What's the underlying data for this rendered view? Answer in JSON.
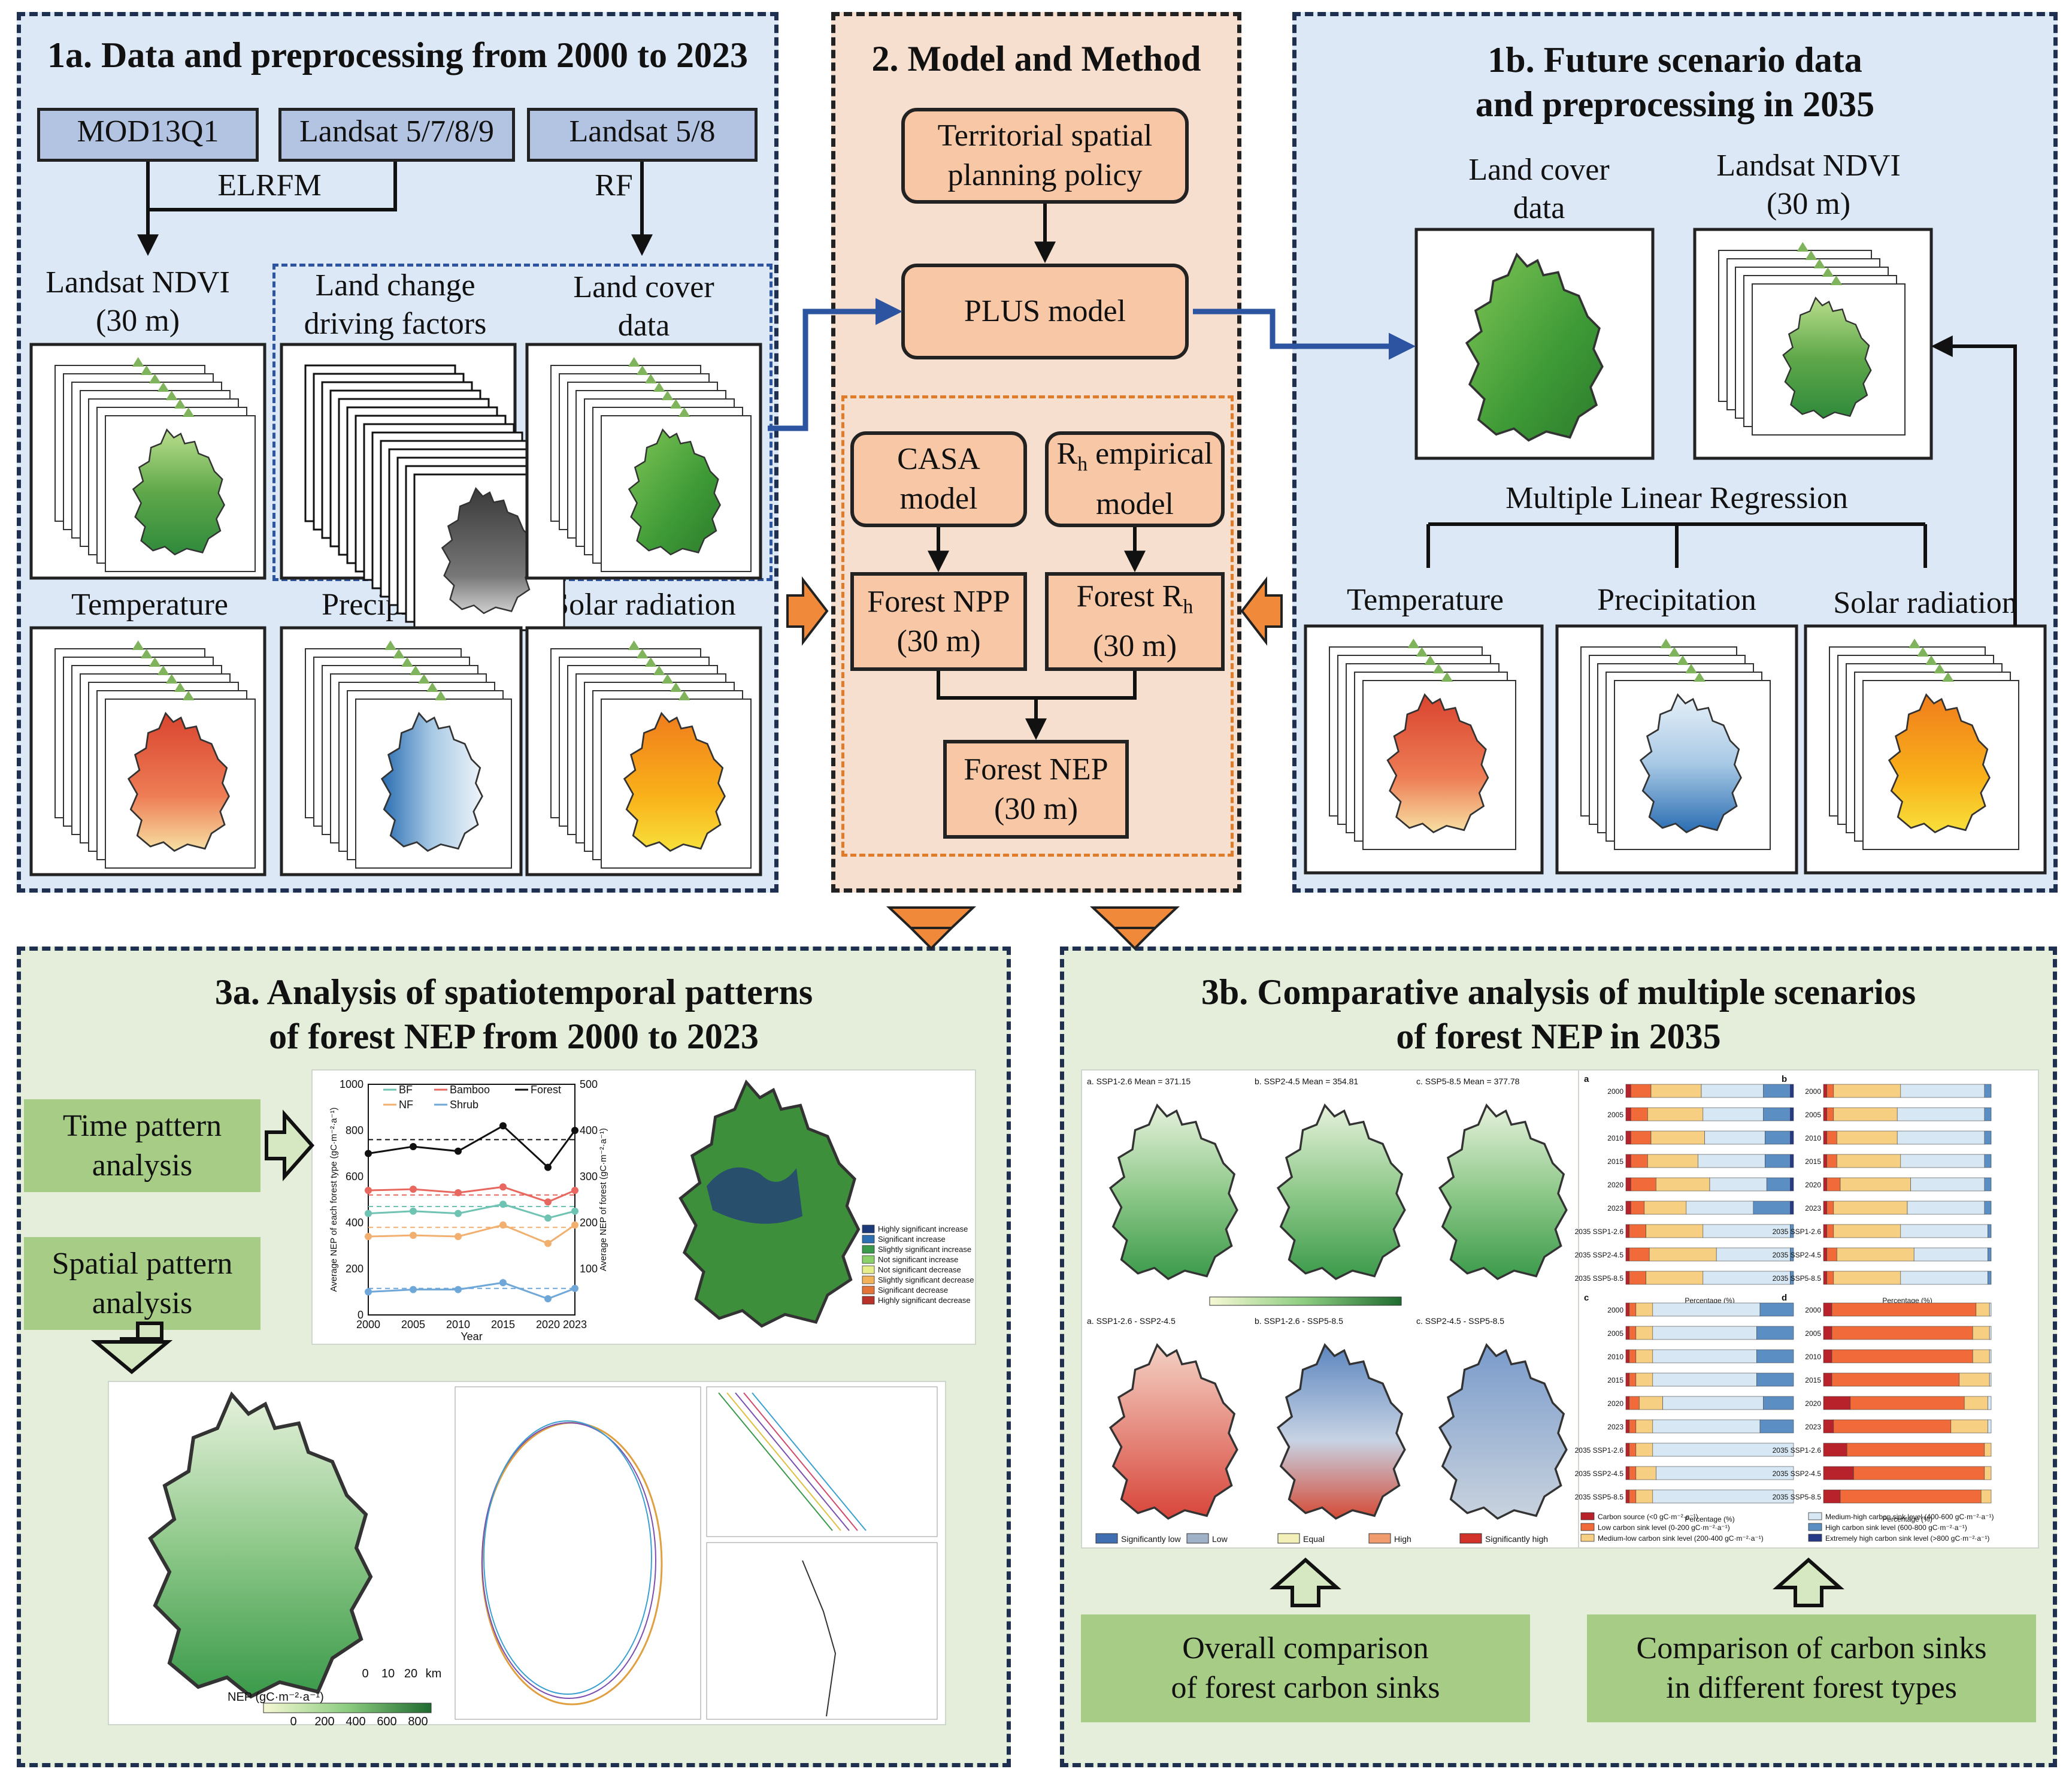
{
  "panel1a": {
    "title": "1a. Data and preprocessing from 2000 to 2023",
    "sources": [
      "MOD13Q1",
      "Landsat 5/7/8/9",
      "Landsat 5/8"
    ],
    "method_elrfm": "ELRFM",
    "method_rf": "RF",
    "ndvi_line1": "Landsat NDVI",
    "ndvi_line2": "(30 m)",
    "driving_line1": "Land change",
    "driving_line2": "driving factors",
    "landcover_line1": "Land cover",
    "landcover_line2": "data",
    "temperature": "Temperature",
    "precipitation": "Precipitation",
    "solar": "Solar radiation"
  },
  "panel2": {
    "title": "2. Model and Method",
    "policy_line1": "Territorial spatial",
    "policy_line2": "planning policy",
    "plus": "PLUS model",
    "casa_line1": "CASA",
    "casa_line2": "model",
    "rh_prefix": "R",
    "rh_sub": "h",
    "rh_line1_rest": " empirical",
    "rh_line2": "model",
    "npp_line1": "Forest NPP",
    "npp_line2": "(30 m)",
    "frh_prefix": "Forest R",
    "frh_sub": "h",
    "frh_line2": "(30 m)",
    "nep_line1": "Forest NEP",
    "nep_line2": "(30 m)"
  },
  "panel1b": {
    "title_line1": "1b. Future scenario data",
    "title_line2": "and preprocessing in 2035",
    "landcover_line1": "Land cover",
    "landcover_line2": "data",
    "ndvi_line1": "Landsat NDVI",
    "ndvi_line2": "(30 m)",
    "mlr": "Multiple Linear Regression",
    "temperature": "Temperature",
    "precipitation": "Precipitation",
    "solar": "Solar radiation"
  },
  "panel3a": {
    "title_line1": "3a. Analysis of spatiotemporal patterns",
    "title_line2": "of forest NEP from 2000 to 2023",
    "time_line1": "Time pattern",
    "time_line2": "analysis",
    "spatial_line1": "Spatial pattern",
    "spatial_line2": "analysis",
    "map_scale": [
      "0",
      "10",
      "20",
      "km"
    ],
    "map_nep_label": "NEP (gC·m⁻²·a⁻¹)",
    "map_nep_ticks": [
      "0",
      "200",
      "400",
      "600",
      "800"
    ],
    "trend_legend": [
      "Highly significant increase",
      "Significant increase",
      "Slightly significant increase",
      "Not significant increase",
      "Not significant decrease",
      "Slightly significant decrease",
      "Significant decrease",
      "Highly significant decrease"
    ]
  },
  "panel3b": {
    "title_line1": "3b. Comparative analysis of multiple scenarios",
    "title_line2": "of forest NEP in 2035",
    "overall_line1": "Overall comparison",
    "overall_line2": "of forest carbon sinks",
    "types_line1": "Comparison of carbon sinks",
    "types_line2": "in different forest types",
    "map_titles": [
      "a. SSP1-2.6 Mean = 371.15",
      "b. SSP2-4.5 Mean = 354.81",
      "c. SSP5-8.5 Mean = 377.78",
      "a. SSP1-2.6 - SSP2-4.5",
      "b. SSP1-2.6 - SSP5-8.5",
      "c. SSP2-4.5 - SSP5-8.5"
    ],
    "diff_legend": [
      "Significantly low",
      "Low",
      "Equal",
      "High",
      "Significantly high"
    ],
    "bar_years": [
      "2000",
      "2005",
      "2010",
      "2015",
      "2020",
      "2023",
      "2035 SSP1-2.6",
      "2035 SSP2-4.5",
      "2035 SSP5-8.5"
    ],
    "bar_xlabel": "Percentage (%)",
    "sink_legend": [
      "Carbon source (<0 gC·m⁻²·a⁻¹)",
      "Low carbon sink level (0-200 gC·m⁻²·a⁻¹)",
      "Medium-low carbon sink level (200-400 gC·m⁻²·a⁻¹)",
      "Medium-high carbon sink level (400-600 gC·m⁻²·a⁻¹)",
      "High carbon sink level (600-800 gC·m⁻²·a⁻¹)",
      "Extremely high carbon sink level (>800 gC·m⁻²·a⁻¹)"
    ]
  },
  "chart_data": {
    "type": "line",
    "x": [
      2000,
      2005,
      2010,
      2015,
      2020,
      2023
    ],
    "xlabel": "Year",
    "ylabel": "Average NEP of each forest type (gC·m⁻²·a⁻¹)",
    "ylabel_right": "Average NEP of forest (gC·m⁻²·a⁻¹)",
    "ylim": [
      0,
      1000
    ],
    "ylim_right": [
      0,
      500
    ],
    "yticks": [
      0,
      200,
      400,
      600,
      800,
      1000
    ],
    "yticks_right": [
      100,
      200,
      300,
      400,
      500
    ],
    "series": [
      {
        "name": "BF",
        "color": "#6fc3b3",
        "values": [
          440,
          450,
          440,
          480,
          420,
          450
        ],
        "mean": 470
      },
      {
        "name": "Bamboo",
        "color": "#e8675f",
        "values": [
          540,
          545,
          530,
          555,
          490,
          540
        ],
        "mean": 520
      },
      {
        "name": "Forest",
        "color": "#111111",
        "values": [
          350,
          365,
          355,
          410,
          320,
          400
        ],
        "mean": 380,
        "axis": "right"
      },
      {
        "name": "NF",
        "color": "#f2b070",
        "values": [
          340,
          345,
          340,
          390,
          310,
          390
        ],
        "mean": 380
      },
      {
        "name": "Shrub",
        "color": "#6fa8d8",
        "values": [
          100,
          110,
          110,
          140,
          70,
          115
        ],
        "mean": 115
      }
    ]
  },
  "colors": {
    "blue_panel": "#dce8f5",
    "peach_panel": "#f7dfd0",
    "green_panel": "#e4eedb",
    "model_box": "#f7c7a6",
    "source_box": "#b3c3e2",
    "analysis_box": "#a6cc86",
    "flow_arrow": "#2d54a0",
    "big_arrow": "#f08a3a"
  }
}
